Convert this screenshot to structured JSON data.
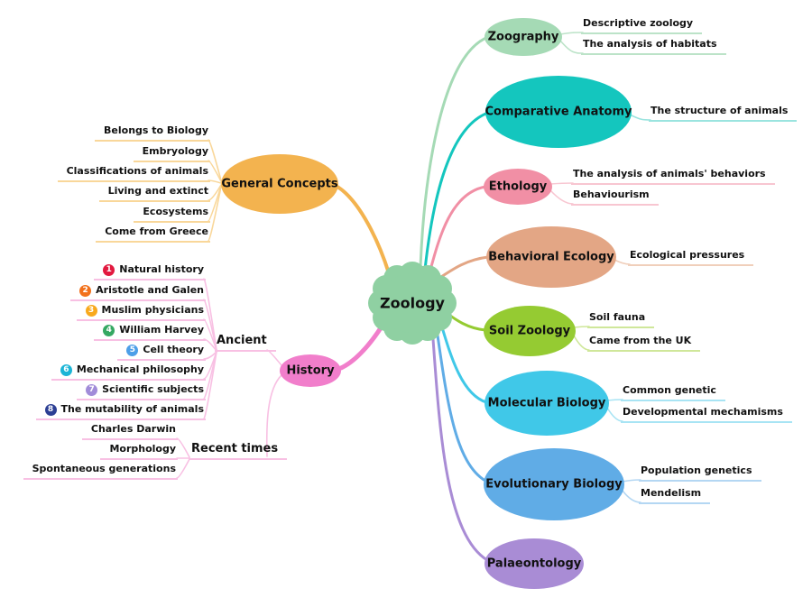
{
  "center": {
    "label": "Zoology",
    "color": "#8FD0A2"
  },
  "branches": {
    "zoography": {
      "label": "Zoography",
      "color": "#A5DAB5",
      "line": "#BCE3C8",
      "children": [
        "Descriptive zoology",
        "The analysis of habitats"
      ]
    },
    "comparative": {
      "label": "Comparative Anatomy",
      "color": "#14C6BE",
      "line": "#9BE4DF",
      "children": [
        "The structure of animals"
      ]
    },
    "ethology": {
      "label": "Ethology",
      "color": "#F18FA5",
      "line": "#F8C6D1",
      "children": [
        "The analysis of animals' behaviors",
        "Behaviourism"
      ]
    },
    "behavioral": {
      "label": "Behavioral Ecology",
      "color": "#E3A685",
      "line": "#F0CFBB",
      "children": [
        "Ecological pressures"
      ]
    },
    "soil": {
      "label": "Soil Zoology",
      "color": "#95CB32",
      "line": "#CFE79A",
      "children": [
        "Soil fauna",
        "Came from the UK"
      ]
    },
    "molecular": {
      "label": "Molecular Biology",
      "color": "#40C8E8",
      "line": "#A8E4F4",
      "children": [
        "Common genetic",
        "Developmental mechamisms"
      ]
    },
    "evolutionary": {
      "label": "Evolutionary Biology",
      "color": "#60ACE6",
      "line": "#B4D7F3",
      "children": [
        "Population genetics",
        "Mendelism"
      ]
    },
    "palaeontology": {
      "label": "Palaeontology",
      "color": "#A98CD5",
      "line": "#D2C2EA",
      "children": []
    },
    "general": {
      "label": "General Concepts",
      "color": "#F3B34F",
      "line": "#F9D79A",
      "children": [
        "Belongs to Biology",
        "Embryology",
        "Classifications of animals",
        "Living and extinct",
        "Ecosystems",
        "Come from Greece"
      ]
    },
    "history": {
      "label": "History",
      "color": "#F17ECB",
      "line": "#F8C0E3"
    }
  },
  "history_groups": {
    "ancient": {
      "label": "Ancient",
      "children": [
        {
          "num": "1",
          "color": "#E2193F",
          "label": "Natural history"
        },
        {
          "num": "2",
          "color": "#F2711C",
          "label": "Aristotle and Galen"
        },
        {
          "num": "3",
          "color": "#F8A91C",
          "label": "Muslim physicians"
        },
        {
          "num": "4",
          "color": "#35A862",
          "label": "William Harvey"
        },
        {
          "num": "5",
          "color": "#4D9FE8",
          "label": "Cell theory"
        },
        {
          "num": "6",
          "color": "#1CB5D6",
          "label": "Mechanical philosophy"
        },
        {
          "num": "7",
          "color": "#A18CD9",
          "label": "Scientific subjects"
        },
        {
          "num": "8",
          "color": "#2C3F94",
          "label": "The mutability of animals"
        }
      ]
    },
    "recent": {
      "label": "Recent times",
      "children": [
        "Charles Darwin",
        "Morphology",
        "Spontaneous generations"
      ]
    }
  }
}
